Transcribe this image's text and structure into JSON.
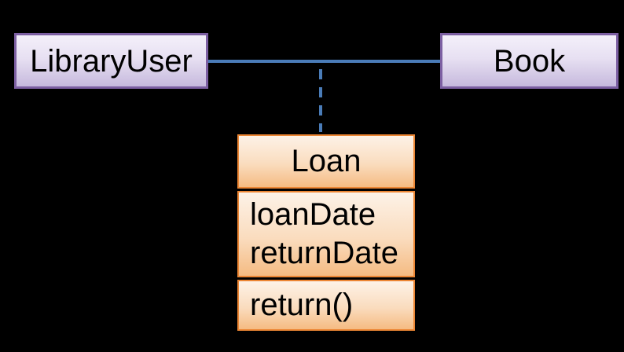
{
  "diagram": {
    "type": "uml-class-diagram",
    "background_color": "#000000",
    "classes": {
      "library_user": {
        "name": "LibraryUser",
        "style": "purple"
      },
      "book": {
        "name": "Book",
        "style": "purple"
      },
      "loan": {
        "name": "Loan",
        "style": "orange",
        "attributes": [
          "loanDate",
          "returnDate"
        ],
        "methods": [
          "return()"
        ]
      }
    },
    "relationships": [
      {
        "type": "association",
        "from": "LibraryUser",
        "to": "Book",
        "line": "solid"
      },
      {
        "type": "association-class-link",
        "from": "LibraryUser-Book association",
        "to": "Loan",
        "line": "dashed"
      }
    ],
    "colors": {
      "purple_border": "#7C5FA2",
      "purple_fill_top": "#F4F0FA",
      "purple_fill_bottom": "#C6B9DD",
      "orange_border": "#EC8634",
      "orange_fill_top": "#FDF2E7",
      "orange_fill_bottom": "#F5BB82",
      "connector_blue": "#4A7CB8",
      "text": "#000000"
    }
  }
}
